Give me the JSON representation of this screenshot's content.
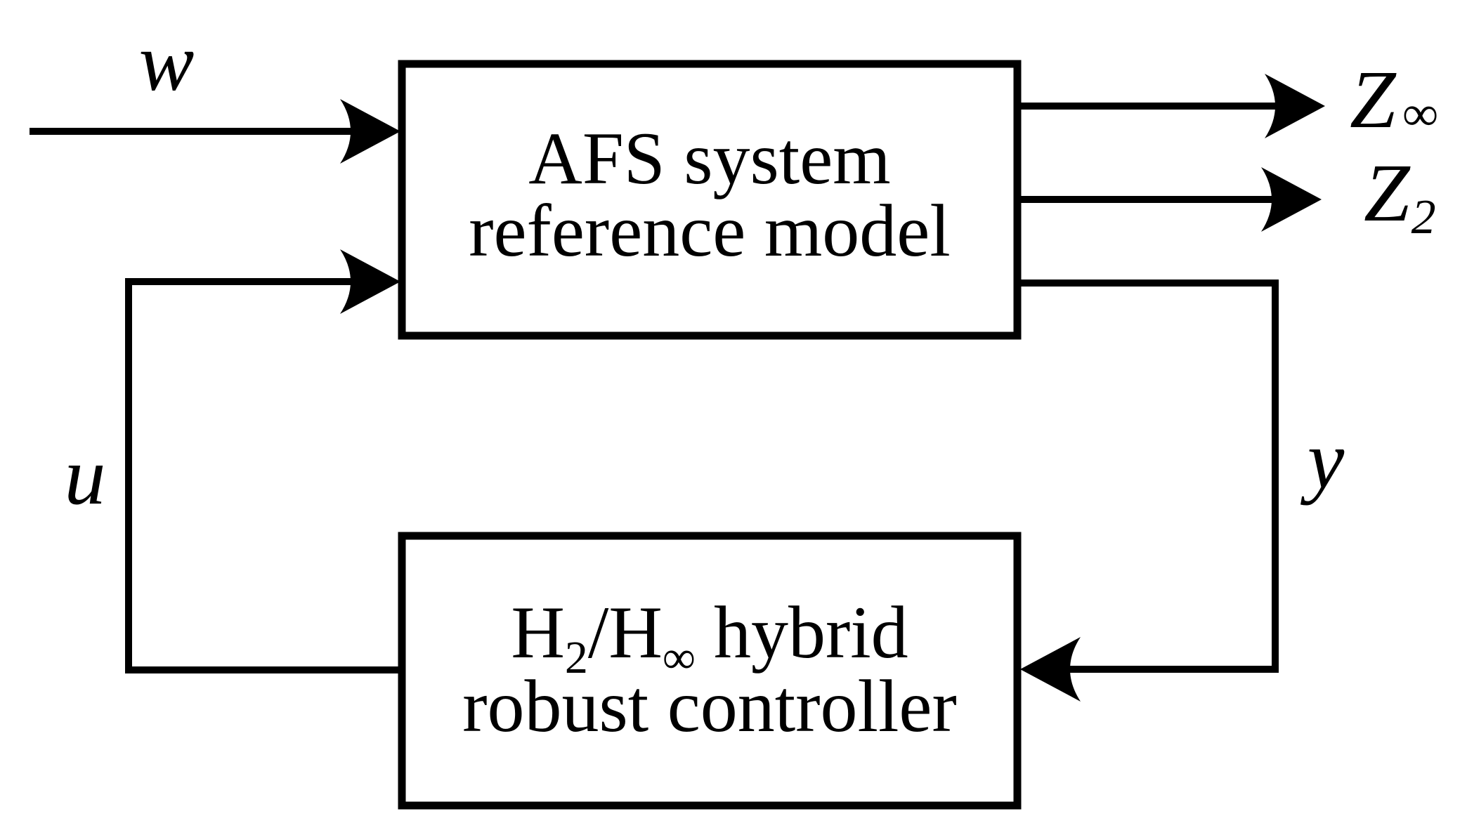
{
  "diagram": {
    "colors": {
      "background": "#ffffff",
      "ink": "#000000"
    },
    "boxes": {
      "plant": {
        "line1": "AFS system",
        "line2": "reference model"
      },
      "controller": {
        "line1": {
          "p1": "H",
          "sub1": "2",
          "p2": "/H",
          "sub2": "∞",
          "p3": "hybrid"
        },
        "line2": "robust controller"
      }
    },
    "signals": {
      "disturbance": "w",
      "control": "u",
      "measured_output": "y",
      "z_infinity": {
        "main": "Z",
        "sub": "∞"
      },
      "z_two": {
        "main": "Z",
        "sub": "2"
      }
    }
  }
}
